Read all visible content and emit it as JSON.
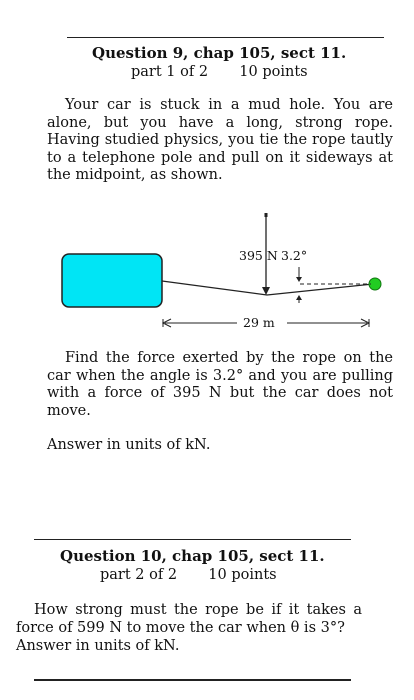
{
  "q9": {
    "title": "Question 9, chap 105, sect 11.",
    "part": "part 1 of 2",
    "points": "10 points",
    "body": "Your car is stuck in a mud hole. You are alone, but you have a long, strong rope. Having studied physics, you tie the rope tautly to a telephone pole and pull on it sideways at the midpoint, as shown.",
    "figure": {
      "force_label": "395 N",
      "angle_label": "3.2°",
      "distance_label": "29 m",
      "colors": {
        "car": "#00e5f5",
        "pole": "#22cc22",
        "line": "#222222"
      }
    },
    "question": "Find the force exerted by the rope on the car when the angle is 3.2° and you are pulling with a force of 395 N but the car does not move.",
    "answer_units": "Answer in units of kN."
  },
  "q10": {
    "title": "Question 10, chap 105, sect 11.",
    "part": "part 2 of 2",
    "points": "10 points",
    "question": "How strong must the rope be if it takes a force of 599 N to move the car when θ is 3°?",
    "answer_units": "Answer in units of kN."
  }
}
